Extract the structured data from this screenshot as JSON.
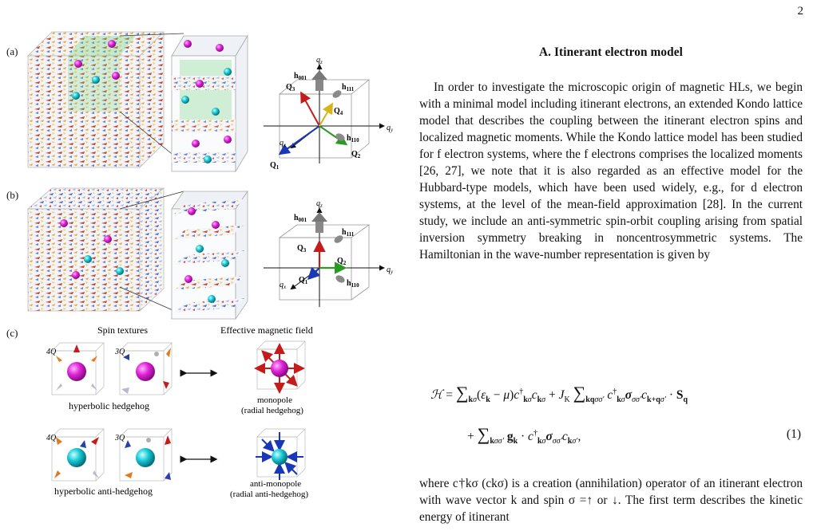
{
  "page_number": "2",
  "figure": {
    "panel_a": "(a)",
    "panel_b": "(b)",
    "panel_c": "(c)",
    "axes_a": {
      "qz": "q",
      "qz_sub": "z",
      "qy": "q",
      "qy_sub": "y",
      "qx": "q",
      "qx_sub": "x",
      "h001": "h",
      "h001_sub": "001",
      "h111": "h",
      "h111_sub": "111",
      "h110": "h",
      "h110_sub": "110",
      "Q1": "Q",
      "Q1_sub": "1",
      "Q2": "Q",
      "Q2_sub": "2",
      "Q3": "Q",
      "Q3_sub": "3",
      "Q4": "Q",
      "Q4_sub": "4"
    },
    "axes_b": {
      "qz": "q",
      "qz_sub": "z",
      "qy": "q",
      "qy_sub": "y",
      "qx": "q",
      "qx_sub": "x",
      "h001": "h",
      "h001_sub": "001",
      "h111": "h",
      "h111_sub": "111",
      "h110": "h",
      "h110_sub": "110",
      "Q1": "Q",
      "Q1_sub": "1",
      "Q2": "Q",
      "Q2_sub": "2",
      "Q3": "Q",
      "Q3_sub": "3"
    },
    "panel_c_labels": {
      "spin_textures": "Spin textures",
      "effective_field": "Effective magnetic field",
      "label_4q_top": "4Q",
      "label_3q_top": "3Q",
      "label_4q_bottom": "4Q",
      "label_3q_bottom": "3Q",
      "hyperbolic_hedgehog": "hyperbolic hedgehog",
      "monopole": "monopole",
      "monopole_sub": "(radial hedgehog)",
      "hyperbolic_anti_hedgehog": "hyperbolic anti-hedgehog",
      "anti_monopole": "anti-monopole",
      "anti_monopole_sub": "(radial anti-hedgehog)"
    }
  },
  "text": {
    "section_title": "A.   Itinerant electron model",
    "paragraph": "In order to investigate the microscopic origin of magnetic HLs, we begin with a minimal model including itinerant electrons, an extended Kondo lattice model that describes the coupling between the itinerant electron spins and localized magnetic moments. While the Kondo lattice model has been studied for f electron systems, where the f electrons comprises the localized moments [26, 27], we note that it is also regarded as an effective model for the Hubbard-type models, which have been used widely, e.g., for d electron systems, at the level of the mean-field approximation [28]. In the current study, we include an anti-symmetric spin-orbit coupling arising from spatial inversion symmetry breaking in noncentrosymmetric systems. The Hamiltonian in the wave-number representation is given by",
    "equation_number": "(1)",
    "tail": "where c†kσ (ckσ) is a creation (annihilation) operator of an itinerant electron with wave vector k and spin σ =↑ or ↓. The first term describes the kinetic energy of itinerant"
  }
}
